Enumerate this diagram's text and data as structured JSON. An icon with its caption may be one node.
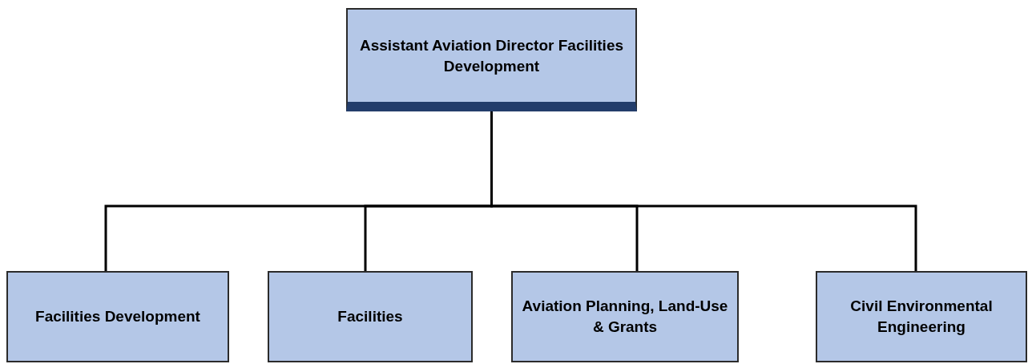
{
  "diagram": {
    "nodes": [
      {
        "text": [
          "Assistant Aviation Director Facilities Development"
        ]
      },
      {
        "text": [
          "Facilities Development"
        ]
      },
      {
        "text": [
          "Facilities"
        ]
      },
      {
        "text": [
          "Aviation Planning, Land-Use & Grants"
        ]
      },
      {
        "text": [
          "Civil Environmental Engineering"
        ]
      }
    ],
    "edges": [
      {
        "from": 0,
        "to": 1,
        "arrow": "none"
      },
      {
        "from": 0,
        "to": 2,
        "arrow": "none"
      },
      {
        "from": 0,
        "to": 3,
        "arrow": "none"
      },
      {
        "from": 0,
        "to": 4,
        "arrow": "none"
      }
    ]
  }
}
